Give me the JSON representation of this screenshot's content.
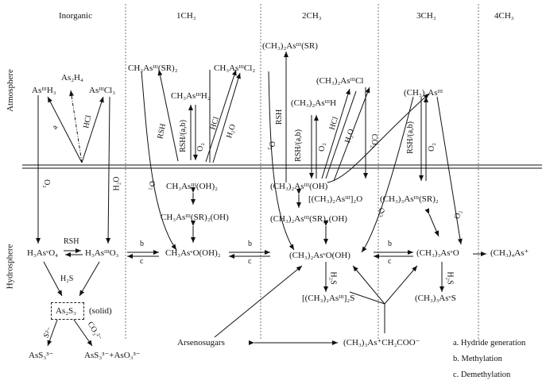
{
  "columns": {
    "inorganic": "Inorganic",
    "one_ch3": "1CH₃",
    "two_ch3": "2CH₃",
    "three_ch3": "3CH₃",
    "four_ch3": "4CH₃"
  },
  "zones": {
    "atmosphere": "Atmosphere",
    "hydrosphere": "Hydrosphere"
  },
  "species": {
    "ash3": "AsᴵᴵᴵH₃",
    "as2h4": "As₂H₄",
    "ascl3": "AsᴵᴵᴵCl₃",
    "ch3as_sr2": "CH₃Asᴵᴵᴵ(SR)₂",
    "ch3as_h2": "CH₃AsᴵᴵᴵH₂",
    "ch3as_cl2": "CH₃AsᴵᴵᴵCl₂",
    "me2as_sr": "(CH₃)₂Asᴵᴵᴵ(SR)",
    "me2as_cl": "(CH₃)₂AsᴵᴵᴵCl",
    "me2as_h": "(CH₃)₂AsᴵᴵᴵH",
    "me3as": "(CH₃)₃Asᴵᴵᴵ",
    "ch3as_oh2": "CH₃Asᴵᴵᴵ(OH)₂",
    "ch3as_sr2oh": "CH₃Asᴵᴵᴵ(SR)₂(OH)",
    "me2as_oh": "(CH₃)₂Asᴵᴵᴵ(OH)",
    "me2as2o": "[(CH₃)₂Asᴵᴵᴵ]₂O",
    "me3as_sr2": "(CH₃)₃Asᴵᴵᴵ(SR)₂",
    "me2as_sr2oh": "(CH₃)₂Asᴵᴵᴵ(SR)₂(OH)",
    "h3aso4": "H₃AsᵛO₄",
    "h3aso3": "H₃AsᴵᴵᴵO₃",
    "ch3aso_oh2": "CH₃AsᵛO(OH)₂",
    "me2aso_oh": "(CH₃)₂AsᵛO(OH)",
    "me3aso": "(CH₃)₃AsᵛO",
    "me4as": "(CH₃)₄As⁺",
    "me2as2s": "[(CH₃)₂Asᴵᴵᴵ]₂S",
    "me3as_s": "(CH₃)₃AsᵛS",
    "as2s3": "As₂S₃",
    "solid": "(solid)",
    "ass3": "AsS₃³⁻",
    "ass3_aso3": "AsS₃³⁻+AsO₃³⁻",
    "arsenosugars": "Arsenosugars",
    "arsenobetaine": "(CH₃)₃As⁺CH₂COO⁻"
  },
  "reagents": {
    "a": "a",
    "hcl": "HCl",
    "o2": "O₂",
    "h2o": "H₂O",
    "rsh": "RSH",
    "rsh_ab": "RSH/(a,b)",
    "co2": "CO₂",
    "h2s": "H₂S",
    "s2": "S²⁻",
    "co3": "CO₃²⁻",
    "b": "b",
    "c": "c"
  },
  "legend": {
    "a": "a. Hydride generation",
    "b": "b. Methylation",
    "c": "c. Demethylation"
  }
}
